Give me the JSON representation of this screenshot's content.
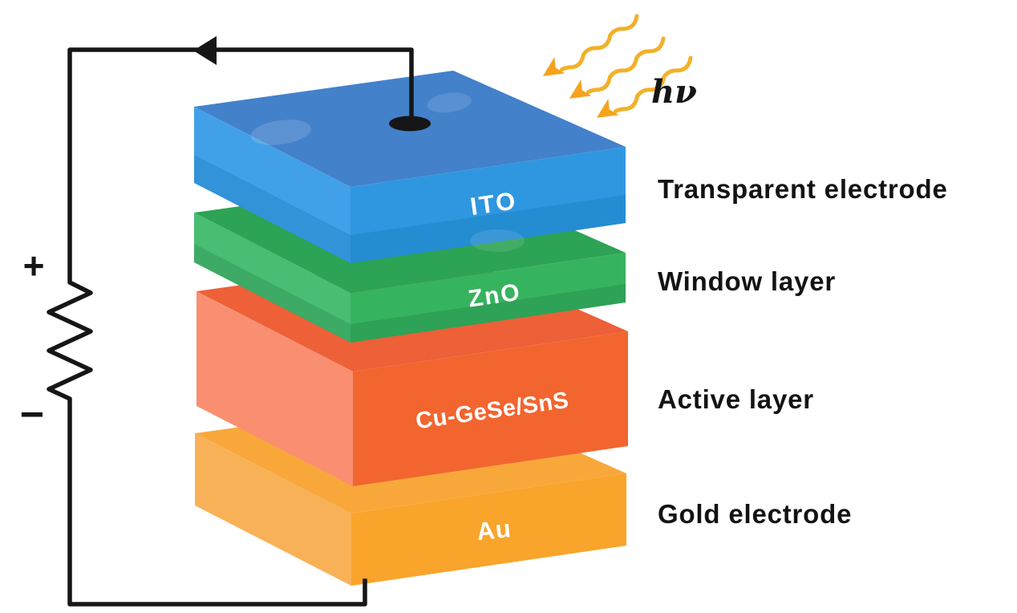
{
  "diagram": {
    "hv_label": "hν",
    "plus_label": "+",
    "minus_label": "−"
  },
  "colors": {
    "wire": "#161616",
    "photon_stroke": "#f2b12a",
    "photon_head": "#f5a31d",
    "annotation_text": "#131313",
    "layer_text": "#ffffff"
  },
  "layers": [
    {
      "material": "ITO",
      "annotation": "Transparent electrode",
      "face_top": "#4381cb",
      "face_left": "#42a0e8",
      "face_front": "#2f97e0"
    },
    {
      "material": "ZnO",
      "annotation": "Window layer",
      "face_top": "#2da356",
      "face_left": "#49bd72",
      "face_front": "#36b35f"
    },
    {
      "material": "Cu-GeSe/SnS",
      "annotation": "Active layer",
      "face_top": "#ed6038",
      "face_left": "#f98f70",
      "face_front": "#f2652f"
    },
    {
      "material": "Au",
      "annotation": "Gold electrode",
      "face_top": "#f8a83b",
      "face_left": "#f9b158",
      "face_front": "#f9a42a"
    }
  ]
}
